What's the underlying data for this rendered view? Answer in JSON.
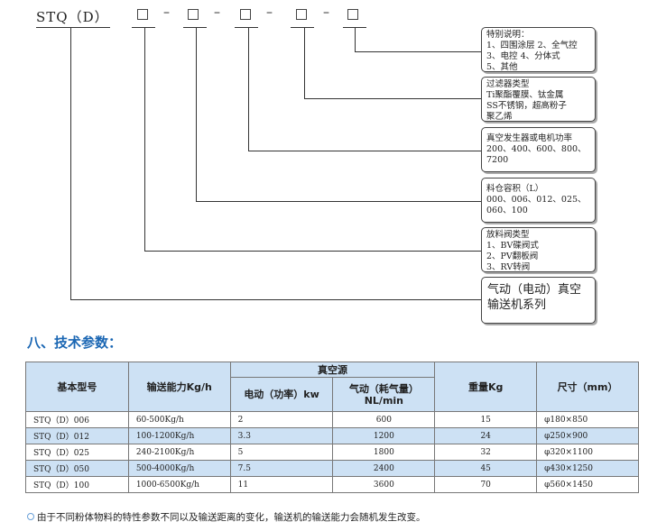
{
  "diagram": {
    "model_prefix": "STQ（D）",
    "dash": "–",
    "boxes": [
      {
        "lines": [
          "特别说明：",
          "1、四围涂层  2、全气控",
          "3、电控      4、分体式",
          "5、其他"
        ]
      },
      {
        "lines": [
          "过滤器类型",
          "Ti聚酯覆膜、钛金属",
          "SS不锈钢，超高粉子",
          "聚乙烯"
        ]
      },
      {
        "lines": [
          "真空发生器或电机功率",
          "200、400、600、800、",
          "7200"
        ]
      },
      {
        "lines": [
          "料仓容积（L）",
          "000、006、012、025、",
          "060、100"
        ]
      },
      {
        "lines": [
          "放料阀类型",
          "1、BV碟阀式",
          "2、PV翻板阀",
          "3、RV转阀"
        ]
      },
      {
        "lines": [
          "气动（电动）真空",
          "输送机系列"
        ]
      }
    ]
  },
  "section_title": "八、技术参数：",
  "table": {
    "headers": {
      "model": "基本型号",
      "capacity": "输送能力Kg/h",
      "vacuum": "真空源",
      "electric": "电动（功率）kw",
      "pneumatic": "气动（耗气量）NL/min",
      "weight": "重量Kg",
      "size": "尺寸（mm）"
    },
    "rows": [
      [
        "STQ（D）006",
        "60-500Kg/h",
        "2",
        "600",
        "15",
        "φ180×850"
      ],
      [
        "STQ（D）012",
        "100-1200Kg/h",
        "3.3",
        "1200",
        "24",
        "φ250×900"
      ],
      [
        "STQ（D）025",
        "240-2100Kg/h",
        "5",
        "1800",
        "32",
        "φ320×1100"
      ],
      [
        "STQ（D）050",
        "500-4000Kg/h",
        "7.5",
        "2400",
        "45",
        "φ430×1250"
      ],
      [
        "STQ（D）100",
        "1000-6500Kg/h",
        "11",
        "3600",
        "70",
        "φ560×1450"
      ]
    ],
    "row_colors": [
      "#ffffff",
      "#cde1f4"
    ]
  },
  "note": "由于不同粉体物料的特性参数不同以及输送距离的变化，输送机的输送能力会随机发生改变。",
  "colors": {
    "accent": "#1a66b3",
    "header_bg": "#cde1f4"
  }
}
